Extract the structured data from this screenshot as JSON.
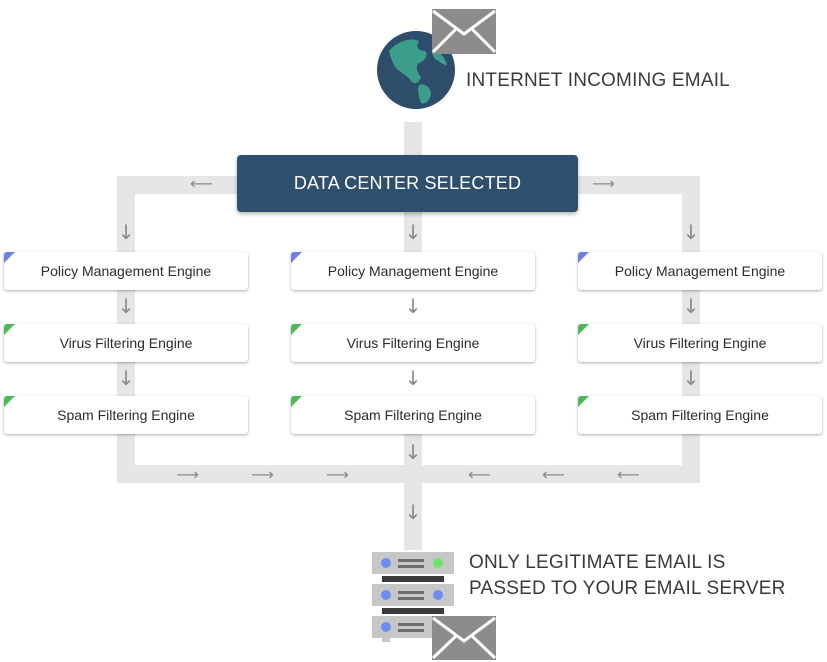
{
  "top": {
    "title": "INTERNET INCOMING EMAIL",
    "globe_icon": "globe-icon",
    "envelope_icon": "envelope-icon"
  },
  "data_center": {
    "label": "DATA CENTER SELECTED"
  },
  "columns": [
    {
      "engines": [
        "Policy Management Engine",
        "Virus Filtering Engine",
        "Spam Filtering Engine"
      ]
    },
    {
      "engines": [
        "Policy Management Engine",
        "Virus Filtering Engine",
        "Spam Filtering Engine"
      ]
    },
    {
      "engines": [
        "Policy Management Engine",
        "Virus Filtering Engine",
        "Spam Filtering Engine"
      ]
    }
  ],
  "bottom": {
    "line1": "ONLY LEGITIMATE EMAIL IS",
    "line2": "PASSED TO YOUR EMAIL SERVER",
    "server_icon": "server-icon",
    "envelope_icon": "envelope-icon"
  },
  "colors": {
    "data_center_bg": "#2f4f6e",
    "policy_accent": "#6f7fe0",
    "filter_accent": "#4fb85a",
    "track": "#e6e6e6"
  }
}
